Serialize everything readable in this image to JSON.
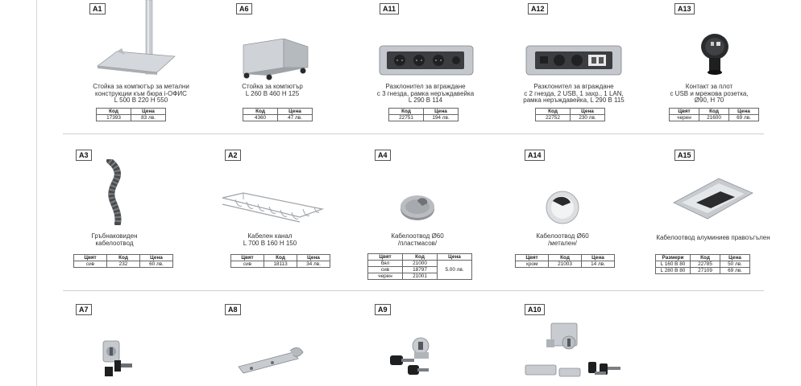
{
  "products": [
    {
      "code": "A1",
      "lines": [
        "Стойка за компютър за метални",
        "конструкции към бюра i-ОФИС",
        "L 500   B 220   H 550"
      ],
      "table": {
        "headers": [
          "Код",
          "Цена"
        ],
        "rows": [
          [
            "17393",
            "83 лв."
          ]
        ]
      }
    },
    {
      "code": "A6",
      "lines": [
        "Стойка за компютър",
        "L 260   B 460   H 125"
      ],
      "table": {
        "headers": [
          "Код",
          "Цена"
        ],
        "rows": [
          [
            "4360",
            "47 лв."
          ]
        ]
      }
    },
    {
      "code": "A11",
      "lines": [
        "Разклонител за вграждане",
        "с 3 гнезда, рамка неръждавейка",
        "L 290   B 114"
      ],
      "table": {
        "headers": [
          "Код",
          "Цена"
        ],
        "rows": [
          [
            "22751",
            "194 лв."
          ]
        ]
      }
    },
    {
      "code": "A12",
      "lines": [
        "Разклонител за вграждане",
        "с 2 гнезда, 2 USB, 1 захр., 1 LAN,",
        "рамка неръждавейка, L 290   B 115"
      ],
      "table": {
        "headers": [
          "Код",
          "Цена"
        ],
        "rows": [
          [
            "22752",
            "230 лв."
          ]
        ]
      }
    },
    {
      "code": "A13",
      "lines": [
        "Контакт за плот",
        "с USB и мрежова розетка,",
        "Ø90,   H 70"
      ],
      "table": {
        "headers": [
          "Цвят",
          "Код",
          "Цена"
        ],
        "rows": [
          [
            "черен",
            "21600",
            "69 лв."
          ]
        ]
      }
    },
    {
      "code": "A3",
      "lines": [
        "Гръбнаковиден",
        "кабелоотвод"
      ],
      "table": {
        "headers": [
          "Цвят",
          "Код",
          "Цена"
        ],
        "rows": [
          [
            "сив",
            "232",
            "60 лв."
          ]
        ]
      }
    },
    {
      "code": "A2",
      "lines": [
        "Кабелен канал",
        "L 700   B 160   H 150"
      ],
      "table": {
        "headers": [
          "Цвят",
          "Код",
          "Цена"
        ],
        "rows": [
          [
            "сив",
            "18113",
            "34 лв."
          ]
        ]
      }
    },
    {
      "code": "A4",
      "lines": [
        "Кабелоотвод Ø60",
        "/пластмасов/"
      ],
      "table": {
        "headers": [
          "Цвят",
          "Код",
          "Цена"
        ],
        "rows": [
          [
            "бял",
            "21000"
          ],
          [
            "сив",
            "18797"
          ],
          [
            "черен",
            "21001"
          ]
        ],
        "shared_price": "5.00 лв."
      }
    },
    {
      "code": "A14",
      "lines": [
        "Кабелоотвод Ø60",
        "/метален/"
      ],
      "table": {
        "headers": [
          "Цвят",
          "Код",
          "Цена"
        ],
        "rows": [
          [
            "хром",
            "21003",
            "14 лв."
          ]
        ]
      }
    },
    {
      "code": "A15",
      "lines": [
        "Кабелоотвод алуминиев правоъгълен"
      ],
      "table": {
        "headers": [
          "Размери",
          "Код",
          "Цена"
        ],
        "rows": [
          [
            "L 160 B 80",
            "22785",
            "50 лв."
          ],
          [
            "L 280 B 80",
            "27109",
            "69 лв."
          ]
        ]
      }
    },
    {
      "code": "A7"
    },
    {
      "code": "A8"
    },
    {
      "code": "A9"
    },
    {
      "code": "A10"
    }
  ]
}
